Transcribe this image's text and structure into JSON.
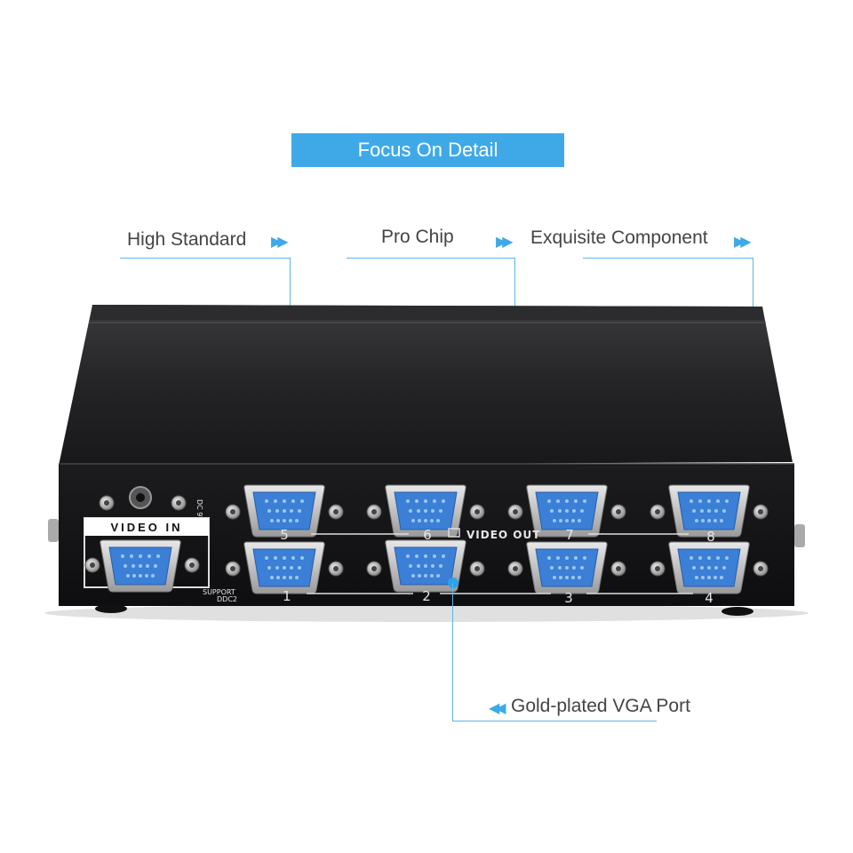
{
  "banner": {
    "text": "Focus On Detail"
  },
  "callouts": {
    "high_standard": "High Standard",
    "pro_chip": "Pro Chip",
    "exquisite_component": "Exquisite Component",
    "gold_plated_port": "Gold-plated VGA Port"
  },
  "panel": {
    "video_in": "VIDEO IN",
    "video_out": "VIDEO OUT",
    "support": "SUPPORT",
    "ddc2": "DDC2",
    "power": "DC 9V",
    "port_numbers_top": [
      "5",
      "6",
      "7",
      "8"
    ],
    "port_numbers_bottom": [
      "1",
      "2",
      "3",
      "4"
    ]
  },
  "colors": {
    "accent": "#3fa9e8",
    "casing": "#1c1c1e",
    "port_blue": "#3b7fd6"
  }
}
